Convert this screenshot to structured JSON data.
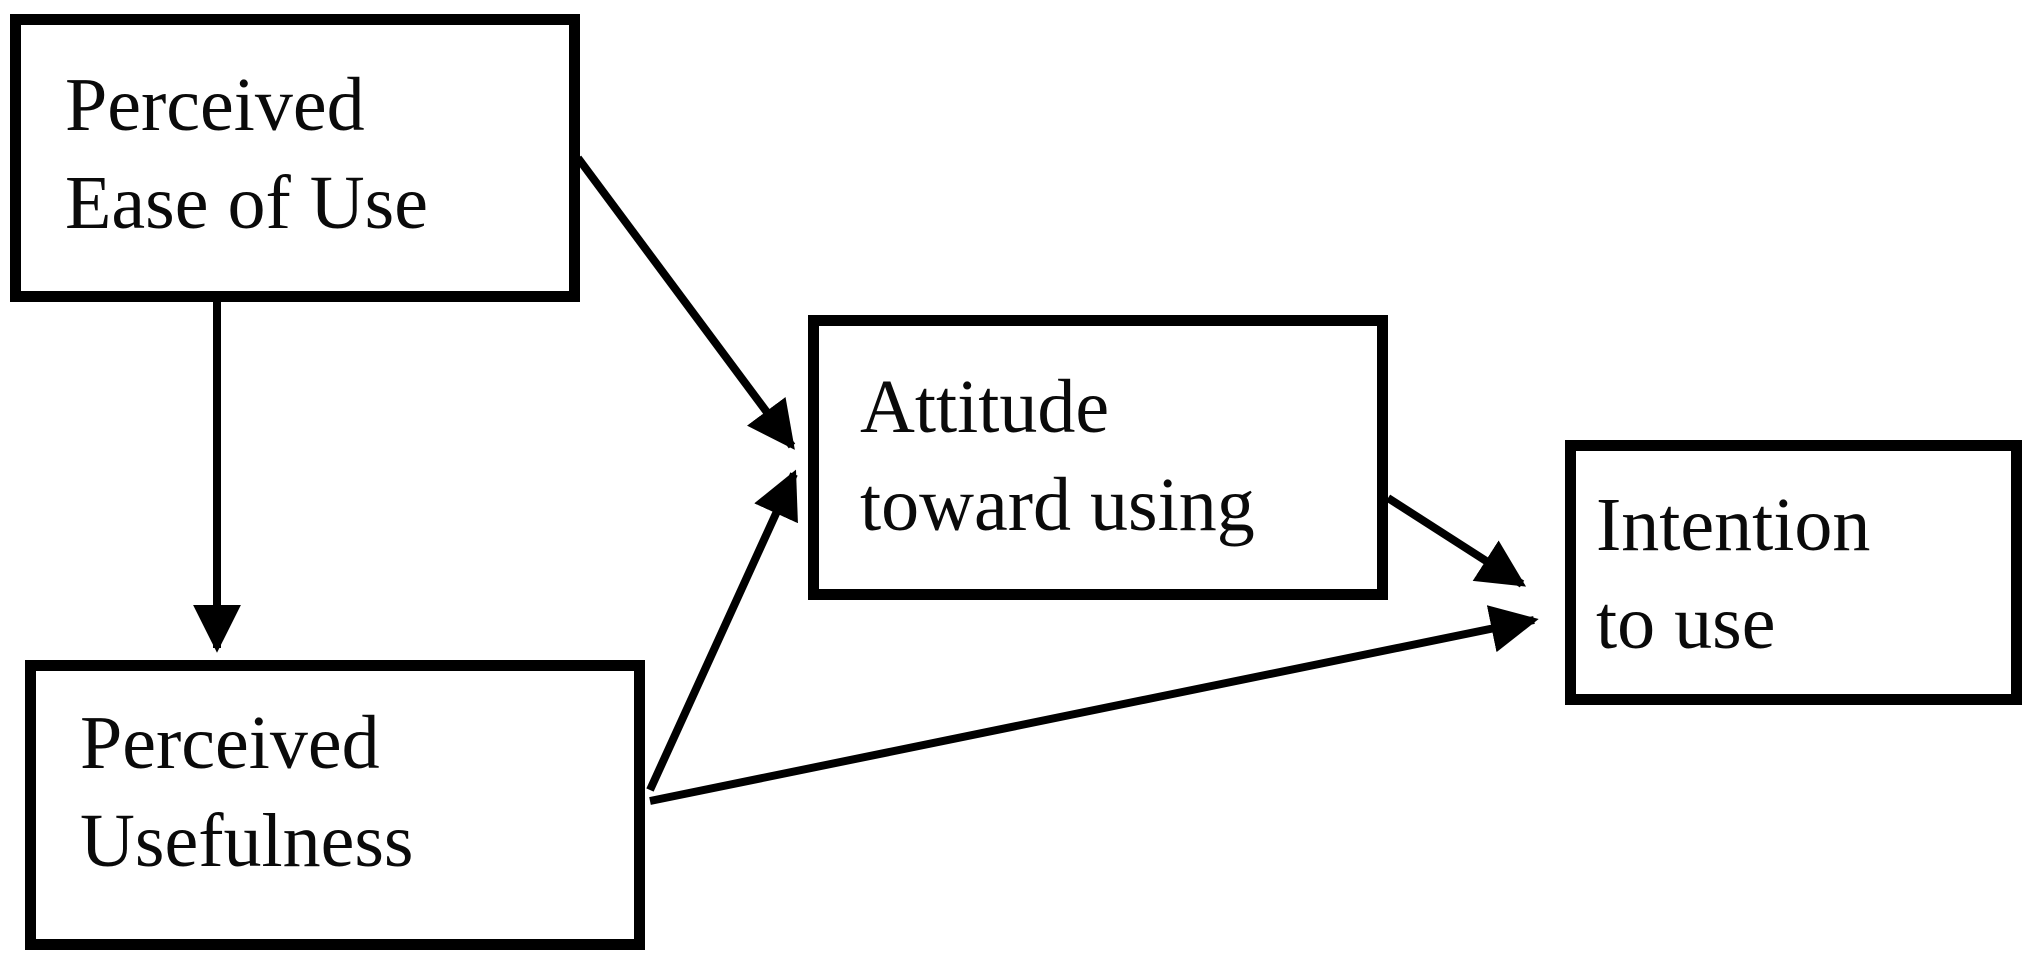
{
  "diagram": {
    "type": "flow-diagram",
    "background_color": "#ffffff",
    "line_color": "#000000",
    "nodes": [
      {
        "id": "perceived-ease-of-use",
        "line1": "Perceived",
        "line2": "Ease of Use"
      },
      {
        "id": "perceived-usefulness",
        "line1": "Perceived",
        "line2": "Usefulness"
      },
      {
        "id": "attitude-toward-using",
        "line1": "Attitude",
        "line2": "toward using"
      },
      {
        "id": "intention-to-use",
        "line1": "Intention",
        "line2": "to use"
      }
    ],
    "edges": [
      {
        "from": "perceived-ease-of-use",
        "to": "perceived-usefulness"
      },
      {
        "from": "perceived-ease-of-use",
        "to": "attitude-toward-using"
      },
      {
        "from": "perceived-usefulness",
        "to": "attitude-toward-using"
      },
      {
        "from": "perceived-usefulness",
        "to": "intention-to-use"
      },
      {
        "from": "attitude-toward-using",
        "to": "intention-to-use"
      }
    ]
  }
}
